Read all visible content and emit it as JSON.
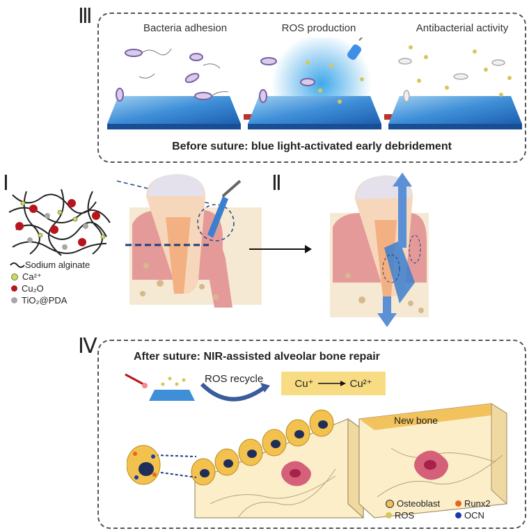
{
  "labels": {
    "section_III": "Ⅲ",
    "section_I": "Ⅰ",
    "section_II": "Ⅱ",
    "section_IV": "Ⅳ"
  },
  "panel_III": {
    "stages": [
      "Bacteria adhesion",
      "ROS production",
      "Antibacterial activity"
    ],
    "caption": "Before suture: blue light-activated early debridement"
  },
  "network_legend": {
    "items": [
      {
        "label": "Sodium alginate",
        "color": "#222222",
        "shape": "wave"
      },
      {
        "label": "Ca²⁺",
        "color": "#c9d96a",
        "shape": "dot"
      },
      {
        "label": "Cu₂O",
        "color": "#b8141b",
        "shape": "dot"
      },
      {
        "label": "TiO₂@PDA",
        "color": "#a7a7a7",
        "shape": "dot"
      }
    ]
  },
  "panel_IV": {
    "caption": "After suture: NIR-assisted alveolar bone repair",
    "ros_recycle": "ROS recycle",
    "cu_from": "Cu⁺",
    "cu_to": "Cu²⁺",
    "new_bone": "New bone",
    "legend": [
      {
        "label": "Osteoblast",
        "color": "#f2c14e",
        "shape": "cell"
      },
      {
        "label": "Runx2",
        "color": "#e8641c",
        "shape": "dot"
      },
      {
        "label": "ROS",
        "color": "#d8c45e",
        "shape": "dot"
      },
      {
        "label": "OCN",
        "color": "#1c3aa8",
        "shape": "dot"
      }
    ]
  },
  "colors": {
    "dashed_border": "#555555",
    "blue_light": "#2b9fe6",
    "arrow_red": "#c0302a",
    "arrow_blue": "#5b8fd6",
    "bone_yellow": "#f6e2a0",
    "cu_box": "#f7dc84"
  }
}
